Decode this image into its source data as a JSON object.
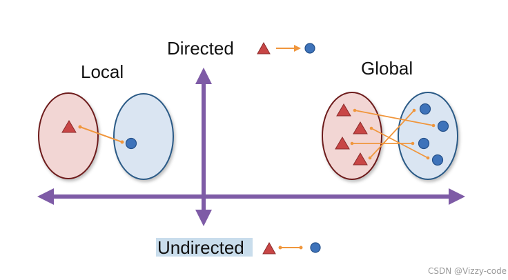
{
  "labels": {
    "directed": "Directed",
    "undirected": "Undirected",
    "local": "Local",
    "global": "Global"
  },
  "watermark": "CSDN @Vizzy-code",
  "colors": {
    "axis": "#7E5BA6",
    "edge": "#F0963C",
    "triangle_fill": "#C84646",
    "triangle_stroke": "#8A2A2A",
    "circle_fill": "#3E73BA",
    "circle_stroke": "#24508A",
    "left_group_fill": "#F2D6D4",
    "left_group_stroke": "#6E1E1E",
    "right_group_fill": "#DAE5F2",
    "right_group_stroke": "#2C5A86",
    "undirected_highlight": "#C9DDEC"
  },
  "icons": {
    "triangle": "triangle-node-icon",
    "circle": "circle-node-icon"
  }
}
